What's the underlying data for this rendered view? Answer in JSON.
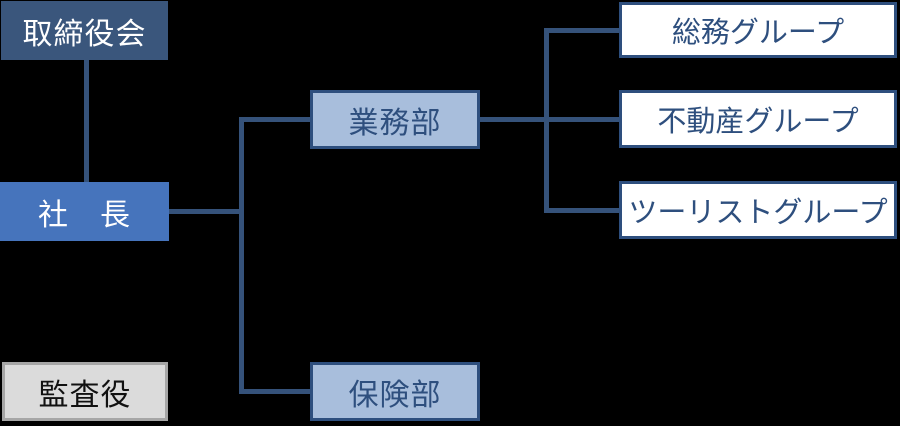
{
  "diagram": {
    "type": "org-chart",
    "nodes": {
      "board": {
        "label": "取締役会"
      },
      "president": {
        "label": "社　長"
      },
      "auditor": {
        "label": "監査役"
      },
      "business_dept": {
        "label": "業務部"
      },
      "insurance_dept": {
        "label": "保険部"
      },
      "general_affairs_group": {
        "label": "総務グループ"
      },
      "real_estate_group": {
        "label": "不動産グループ"
      },
      "tourist_group": {
        "label": "ツーリストグループ"
      }
    },
    "edges": [
      {
        "from": "board",
        "to": "president"
      },
      {
        "from": "president",
        "to": "business_dept"
      },
      {
        "from": "president",
        "to": "insurance_dept"
      },
      {
        "from": "business_dept",
        "to": "general_affairs_group"
      },
      {
        "from": "business_dept",
        "to": "real_estate_group"
      },
      {
        "from": "business_dept",
        "to": "tourist_group"
      }
    ],
    "colors": {
      "background": "#000000",
      "board_fill": "#3A567C",
      "president_fill": "#4674BC",
      "dept_fill": "#A8BEDC",
      "group_fill": "#FFFFFF",
      "accent_border": "#2E4F7E",
      "connector": "#35527A",
      "auditor_fill": "#DBDBDB",
      "auditor_border": "#A6A6A6",
      "light_text": "#FFFFFF",
      "dark_text": "#111111"
    }
  }
}
